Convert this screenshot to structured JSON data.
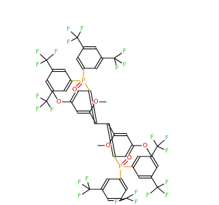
{
  "molecule": {
    "atom_symbols": {
      "fluorine": "F",
      "oxygen": "O",
      "phosphorus": "P"
    },
    "colors": {
      "bond": "#000000",
      "fluorine": "#33cc33",
      "oxygen": "#e00000",
      "phosphorus": "#d98a00"
    },
    "atoms": [
      {
        "id": "a1",
        "el": "C"
      },
      {
        "id": "a2",
        "el": "C"
      },
      {
        "id": "a3",
        "el": "C"
      },
      {
        "id": "a4",
        "el": "C"
      },
      {
        "id": "a5",
        "el": "C"
      },
      {
        "id": "a6",
        "el": "C"
      },
      {
        "id": "b1",
        "el": "C"
      },
      {
        "id": "b2",
        "el": "C"
      },
      {
        "id": "b3",
        "el": "C"
      },
      {
        "id": "b4",
        "el": "C"
      },
      {
        "id": "b5",
        "el": "C"
      },
      {
        "id": "b6",
        "el": "C"
      },
      {
        "id": "Om1",
        "el": "O"
      },
      {
        "id": "Cm1",
        "el": "C"
      },
      {
        "id": "Om2",
        "el": "O"
      },
      {
        "id": "Cm2",
        "el": "C"
      },
      {
        "id": "Om3",
        "el": "O"
      },
      {
        "id": "Cm3",
        "el": "C"
      },
      {
        "id": "Om4",
        "el": "O"
      },
      {
        "id": "Cm4",
        "el": "C"
      },
      {
        "id": "P1",
        "el": "P"
      },
      {
        "id": "O1",
        "el": "O"
      },
      {
        "id": "P2",
        "el": "P"
      },
      {
        "id": "O2",
        "el": "O"
      },
      {
        "id": "r1",
        "el": "C"
      },
      {
        "id": "r2",
        "el": "C"
      },
      {
        "id": "r3",
        "el": "C"
      },
      {
        "id": "r4",
        "el": "C"
      },
      {
        "id": "r5",
        "el": "C"
      },
      {
        "id": "r6",
        "el": "C"
      },
      {
        "id": "r1c1",
        "el": "C"
      },
      {
        "id": "r1c1f1",
        "el": "F"
      },
      {
        "id": "r1c1f2",
        "el": "F"
      },
      {
        "id": "r1c1f3",
        "el": "F"
      },
      {
        "id": "r1c2",
        "el": "C"
      },
      {
        "id": "r1c2f1",
        "el": "F"
      },
      {
        "id": "r1c2f2",
        "el": "F"
      },
      {
        "id": "r1c2f3",
        "el": "F"
      },
      {
        "id": "s1",
        "el": "C"
      },
      {
        "id": "s2",
        "el": "C"
      },
      {
        "id": "s3",
        "el": "C"
      },
      {
        "id": "s4",
        "el": "C"
      },
      {
        "id": "s5",
        "el": "C"
      },
      {
        "id": "s6",
        "el": "C"
      },
      {
        "id": "s1c1",
        "el": "C"
      },
      {
        "id": "s1c1f1",
        "el": "F"
      },
      {
        "id": "s1c1f2",
        "el": "F"
      },
      {
        "id": "s1c1f3",
        "el": "F"
      },
      {
        "id": "s1c2",
        "el": "C"
      },
      {
        "id": "s1c2f1",
        "el": "F"
      },
      {
        "id": "s1c2f2",
        "el": "F"
      },
      {
        "id": "s1c2f3",
        "el": "F"
      },
      {
        "id": "t1",
        "el": "C"
      },
      {
        "id": "t2",
        "el": "C"
      },
      {
        "id": "t3",
        "el": "C"
      },
      {
        "id": "t4",
        "el": "C"
      },
      {
        "id": "t5",
        "el": "C"
      },
      {
        "id": "t6",
        "el": "C"
      },
      {
        "id": "t1c1",
        "el": "C"
      },
      {
        "id": "t1c1f1",
        "el": "F"
      },
      {
        "id": "t1c1f2",
        "el": "F"
      },
      {
        "id": "t1c1f3",
        "el": "F"
      },
      {
        "id": "t1c2",
        "el": "C"
      },
      {
        "id": "t1c2f1",
        "el": "F"
      },
      {
        "id": "t1c2f2",
        "el": "F"
      },
      {
        "id": "t1c2f3",
        "el": "F"
      },
      {
        "id": "u1",
        "el": "C"
      },
      {
        "id": "u2",
        "el": "C"
      },
      {
        "id": "u3",
        "el": "C"
      },
      {
        "id": "u4",
        "el": "C"
      },
      {
        "id": "u5",
        "el": "C"
      },
      {
        "id": "u6",
        "el": "C"
      },
      {
        "id": "u1c1",
        "el": "C"
      },
      {
        "id": "u1c1f1",
        "el": "F"
      },
      {
        "id": "u1c1f2",
        "el": "F"
      },
      {
        "id": "u1c1f3",
        "el": "F"
      },
      {
        "id": "u1c2",
        "el": "C"
      },
      {
        "id": "u1c2f1",
        "el": "F"
      },
      {
        "id": "u1c2f2",
        "el": "F"
      },
      {
        "id": "u1c2f3",
        "el": "F"
      }
    ],
    "bonds": [
      [
        "a1",
        "a2",
        1
      ],
      [
        "a2",
        "a3",
        2
      ],
      [
        "a3",
        "a4",
        1
      ],
      [
        "a4",
        "a5",
        2
      ],
      [
        "a5",
        "a6",
        1
      ],
      [
        "a6",
        "a1",
        2
      ],
      [
        "b1",
        "b2",
        1
      ],
      [
        "b2",
        "b3",
        2
      ],
      [
        "b3",
        "b4",
        1
      ],
      [
        "b4",
        "b5",
        2
      ],
      [
        "b5",
        "b6",
        1
      ],
      [
        "b6",
        "b1",
        2
      ],
      [
        "a1",
        "b1",
        1
      ],
      [
        "a2",
        "Om1",
        1
      ],
      [
        "Om1",
        "Cm1",
        1
      ],
      [
        "a4",
        "Om2",
        1
      ],
      [
        "Om2",
        "Cm2",
        1
      ],
      [
        "b2",
        "Om3",
        1
      ],
      [
        "Om3",
        "Cm3",
        1
      ],
      [
        "b4",
        "Om4",
        1
      ],
      [
        "Om4",
        "Cm4",
        1
      ],
      [
        "a6",
        "P1",
        1
      ],
      [
        "P1",
        "O1",
        2
      ],
      [
        "b6",
        "P2",
        1
      ],
      [
        "P2",
        "O2",
        2
      ],
      [
        "P1",
        "r1",
        1
      ],
      [
        "r1",
        "r2",
        2
      ],
      [
        "r2",
        "r3",
        1
      ],
      [
        "r3",
        "r4",
        2
      ],
      [
        "r4",
        "r5",
        1
      ],
      [
        "r5",
        "r6",
        2
      ],
      [
        "r6",
        "r1",
        1
      ],
      [
        "r3",
        "r1c1",
        1
      ],
      [
        "r1c1",
        "r1c1f1",
        1
      ],
      [
        "r1c1",
        "r1c1f2",
        1
      ],
      [
        "r1c1",
        "r1c1f3",
        1
      ],
      [
        "r5",
        "r1c2",
        1
      ],
      [
        "r1c2",
        "r1c2f1",
        1
      ],
      [
        "r1c2",
        "r1c2f2",
        1
      ],
      [
        "r1c2",
        "r1c2f3",
        1
      ],
      [
        "P1",
        "s1",
        1
      ],
      [
        "s1",
        "s2",
        2
      ],
      [
        "s2",
        "s3",
        1
      ],
      [
        "s3",
        "s4",
        2
      ],
      [
        "s4",
        "s5",
        1
      ],
      [
        "s5",
        "s6",
        2
      ],
      [
        "s6",
        "s1",
        1
      ],
      [
        "s3",
        "s1c1",
        1
      ],
      [
        "s1c1",
        "s1c1f1",
        1
      ],
      [
        "s1c1",
        "s1c1f2",
        1
      ],
      [
        "s1c1",
        "s1c1f3",
        1
      ],
      [
        "s5",
        "s1c2",
        1
      ],
      [
        "s1c2",
        "s1c2f1",
        1
      ],
      [
        "s1c2",
        "s1c2f2",
        1
      ],
      [
        "s1c2",
        "s1c2f3",
        1
      ],
      [
        "P2",
        "t1",
        1
      ],
      [
        "t1",
        "t2",
        2
      ],
      [
        "t2",
        "t3",
        1
      ],
      [
        "t3",
        "t4",
        2
      ],
      [
        "t4",
        "t5",
        1
      ],
      [
        "t5",
        "t6",
        2
      ],
      [
        "t6",
        "t1",
        1
      ],
      [
        "t3",
        "t1c1",
        1
      ],
      [
        "t1c1",
        "t1c1f1",
        1
      ],
      [
        "t1c1",
        "t1c1f2",
        1
      ],
      [
        "t1c1",
        "t1c1f3",
        1
      ],
      [
        "t5",
        "t1c2",
        1
      ],
      [
        "t1c2",
        "t1c2f1",
        1
      ],
      [
        "t1c2",
        "t1c2f2",
        1
      ],
      [
        "t1c2",
        "t1c2f3",
        1
      ],
      [
        "P2",
        "u1",
        1
      ],
      [
        "u1",
        "u2",
        2
      ],
      [
        "u2",
        "u3",
        1
      ],
      [
        "u3",
        "u4",
        2
      ],
      [
        "u4",
        "u5",
        1
      ],
      [
        "u5",
        "u6",
        2
      ],
      [
        "u6",
        "u1",
        1
      ],
      [
        "u3",
        "u1c1",
        1
      ],
      [
        "u1c1",
        "u1c1f1",
        1
      ],
      [
        "u1c1",
        "u1c1f2",
        1
      ],
      [
        "u1c1",
        "u1c1f3",
        1
      ],
      [
        "u5",
        "u1c2",
        1
      ],
      [
        "u1c2",
        "u1c2f1",
        1
      ],
      [
        "u1c2",
        "u1c2f2",
        1
      ],
      [
        "u1c2",
        "u1c2f3",
        1
      ]
    ]
  }
}
